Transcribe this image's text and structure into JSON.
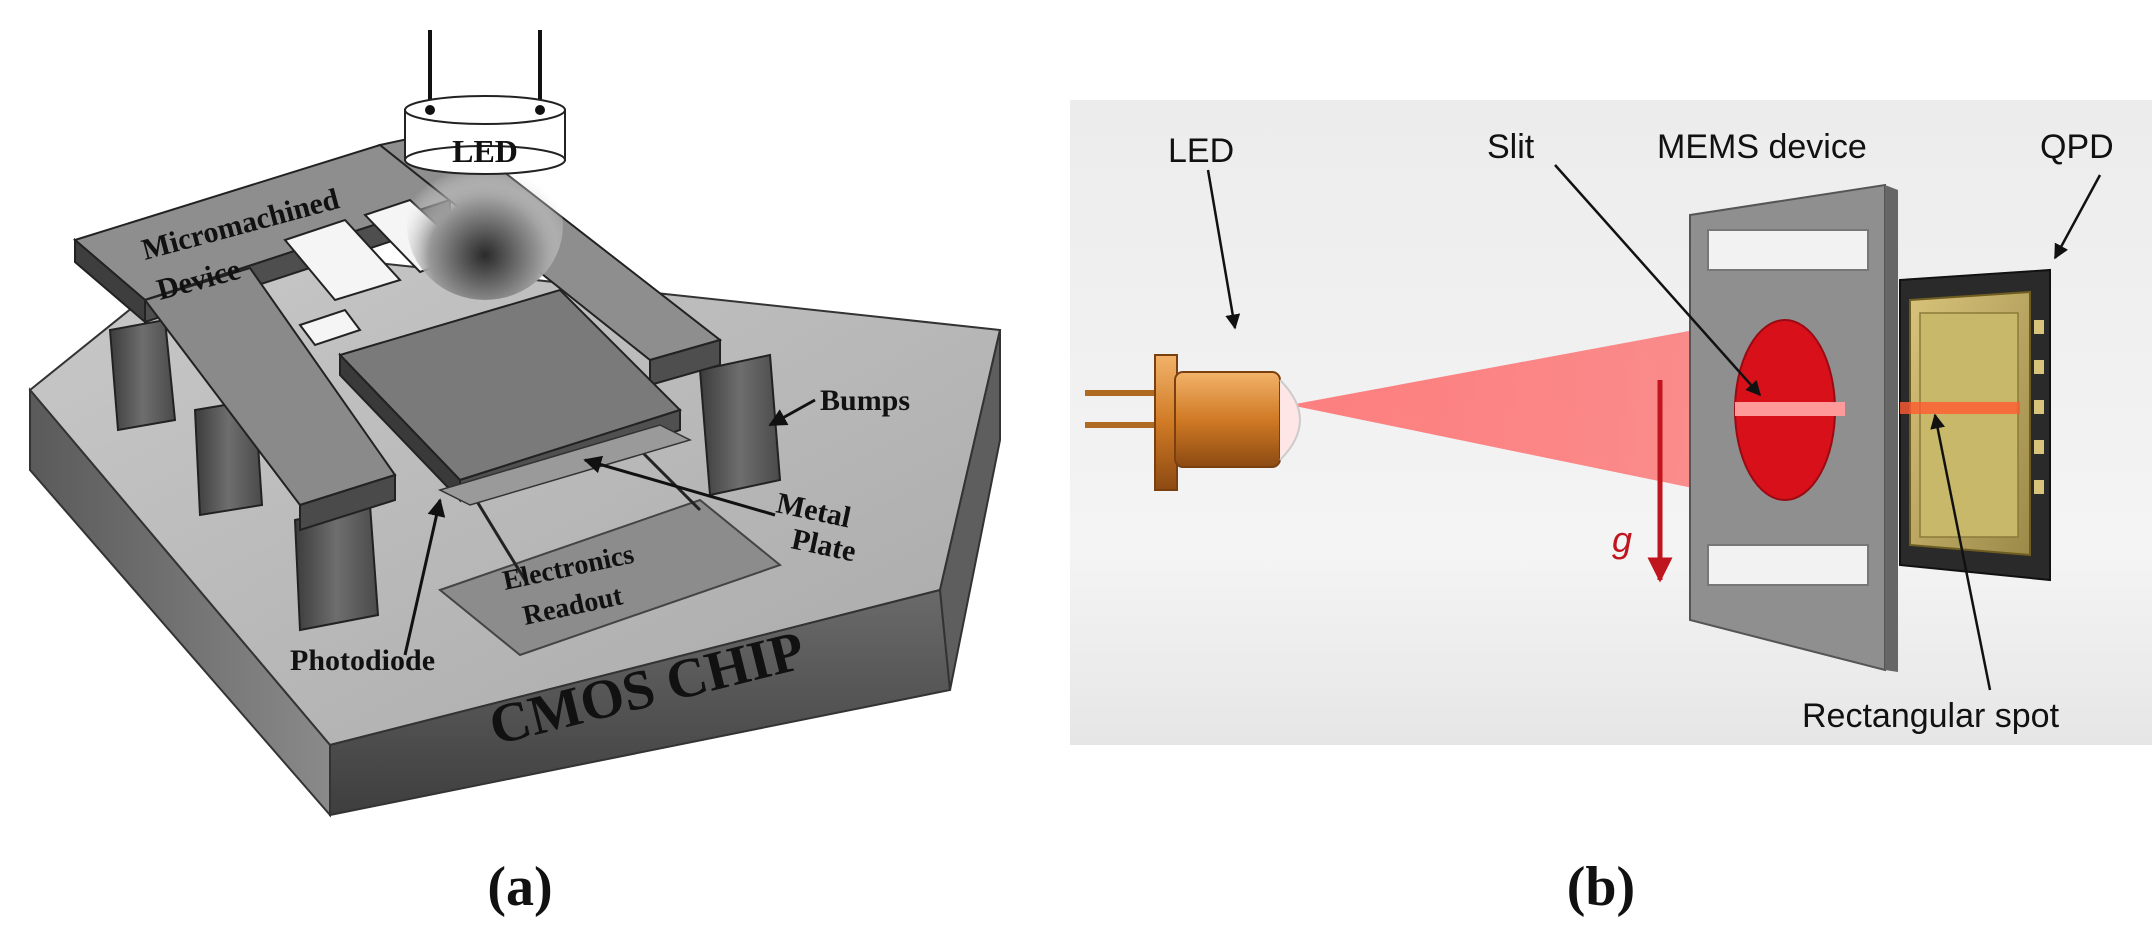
{
  "panel_a": {
    "caption": "(a)",
    "labels": {
      "led": "LED",
      "micromachined": "Micromachined",
      "device": "Device",
      "bumps": "Bumps",
      "metal": "Metal",
      "plate": "Plate",
      "electronics": "Electronics",
      "readout": "Readout",
      "photodiode": "Photodiode",
      "cmos_chip": "CMOS CHIP"
    }
  },
  "panel_b": {
    "caption": "(b)",
    "labels": {
      "led": "LED",
      "slit": "Slit",
      "mems_device": "MEMS device",
      "qpd": "QPD",
      "gravity": "g",
      "rectangular_spot": "Rectangular spot"
    },
    "colors": {
      "beam": "#ff5a5a",
      "gravity_arrow": "#c0141e",
      "slit_disc": "#d8101a",
      "led_body": "#d9822b"
    }
  }
}
